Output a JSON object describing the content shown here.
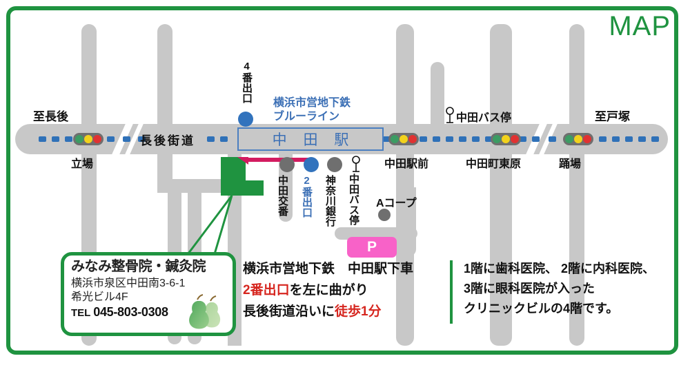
{
  "map": {
    "title": "MAP",
    "brand_color": "#1f9340",
    "road_color": "#c8c8c8",
    "line_color": "#2f71b8",
    "subway_label": "横浜市営地下鉄\nブルーライン",
    "station_name": "中 田 駅",
    "road_name": "長後街道",
    "direction_west": "至長後",
    "direction_east": "至戸塚",
    "exit4": "4番出口",
    "exit2": "2番出口",
    "signals": [
      {
        "name": "立場"
      },
      {
        "name": "中田駅前"
      },
      {
        "name": "中田町東原"
      },
      {
        "name": "踊場"
      }
    ],
    "pois": [
      {
        "name": "中田交番",
        "marker": "gray-dot"
      },
      {
        "name": "神奈川銀行",
        "marker": "gray-dot"
      },
      {
        "name": "中田バス停",
        "marker": "bus-stop"
      },
      {
        "name": "Aコープ",
        "marker": "gray-dot"
      }
    ],
    "bus_stop_north": "中田バス停",
    "parking_label": "P"
  },
  "clinic": {
    "name": "みなみ整骨院・鍼灸院",
    "address": "横浜市泉区中田南3-6-1\n希光ビル4F",
    "tel_label": "TEL",
    "tel_number": "045-803-0308"
  },
  "directions": {
    "line1": "横浜市営地下鉄　中田駅下車",
    "line2_red": "2番出口",
    "line2_rest": "を左に曲がり",
    "line3_pre": "長後街道沿いに",
    "line3_red": "徒歩1分"
  },
  "building_info": {
    "line1": "1階に歯科医院、 2階に内科医院、",
    "line2": "3階に眼科医院が入った",
    "line3": "クリニックビルの4階です。"
  }
}
